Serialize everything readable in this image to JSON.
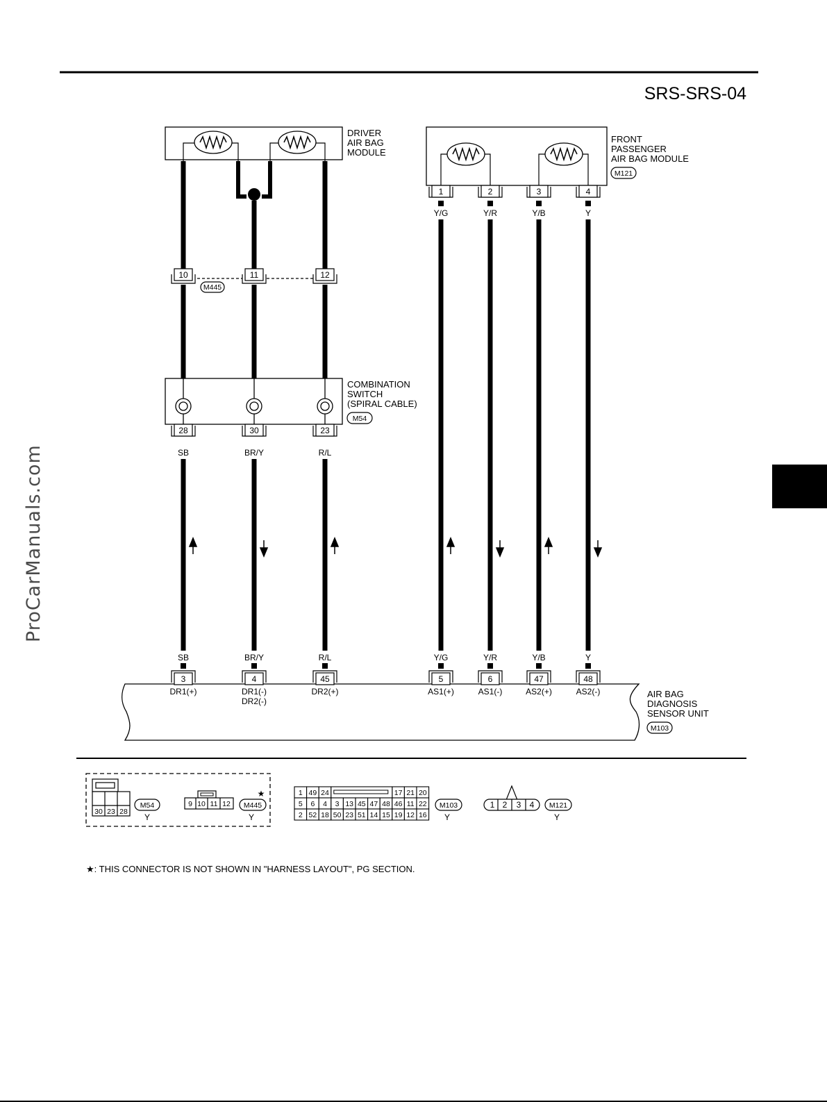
{
  "page": {
    "title": "SRS-SRS-04",
    "watermark": "ProCarManuals.com"
  },
  "components": {
    "driver_module": {
      "lines": [
        "DRIVER",
        "AIR BAG",
        "MODULE"
      ]
    },
    "passenger_module": {
      "lines": [
        "FRONT",
        "PASSENGER",
        "AIR BAG MODULE"
      ],
      "connector": "M121"
    },
    "combination_switch": {
      "lines": [
        "COMBINATION",
        "SWITCH",
        "(SPIRAL CABLE)"
      ],
      "connector": "M54"
    },
    "sensor_unit": {
      "lines": [
        "AIR BAG",
        "DIAGNOSIS",
        "SENSOR UNIT"
      ],
      "connector": "M103"
    },
    "joint_connector": {
      "connector": "M445"
    }
  },
  "driver_circuits": [
    {
      "joint_pin": "10",
      "switch_pin": "28",
      "wire": "SB",
      "unit_pin": "3",
      "signal": [
        "DR1(+)"
      ],
      "arrow": "up"
    },
    {
      "joint_pin": "11",
      "switch_pin": "30",
      "wire": "BR/Y",
      "unit_pin": "4",
      "signal": [
        "DR1(-)",
        "DR2(-)"
      ],
      "arrow": "down"
    },
    {
      "joint_pin": "12",
      "switch_pin": "23",
      "wire": "R/L",
      "unit_pin": "45",
      "signal": [
        "DR2(+)"
      ],
      "arrow": "up"
    }
  ],
  "passenger_circuits": [
    {
      "module_pin": "1",
      "wire": "Y/G",
      "unit_pin": "5",
      "signal": "AS1(+)",
      "arrow": "up"
    },
    {
      "module_pin": "2",
      "wire": "Y/R",
      "unit_pin": "6",
      "signal": "AS1(-)",
      "arrow": "down"
    },
    {
      "module_pin": "3",
      "wire": "Y/B",
      "unit_pin": "47",
      "signal": "AS2(+)",
      "arrow": "up"
    },
    {
      "module_pin": "4",
      "wire": "Y",
      "unit_pin": "48",
      "signal": "AS2(-)",
      "arrow": "down"
    }
  ],
  "connector_views": {
    "m54": {
      "id": "M54",
      "color": "Y",
      "pins": [
        "30",
        "23",
        "28"
      ]
    },
    "m445": {
      "id": "M445",
      "color": "Y",
      "pins": [
        "9",
        "10",
        "11",
        "12"
      ],
      "mark": "★"
    },
    "m103": {
      "id": "M103",
      "color": "Y",
      "rows": [
        [
          "1",
          "49",
          "24",
          "",
          "17",
          "21",
          "20"
        ],
        [
          "5",
          "6",
          "4",
          "3",
          "13",
          "45",
          "47",
          "48",
          "46",
          "11",
          "22"
        ],
        [
          "2",
          "52",
          "18",
          "50",
          "23",
          "51",
          "14",
          "15",
          "19",
          "12",
          "16"
        ]
      ]
    },
    "m121": {
      "id": "M121",
      "color": "Y",
      "pins": [
        "1",
        "2",
        "3",
        "4"
      ]
    }
  },
  "footnote": "★: THIS CONNECTOR IS NOT SHOWN IN \"HARNESS LAYOUT\", PG SECTION."
}
